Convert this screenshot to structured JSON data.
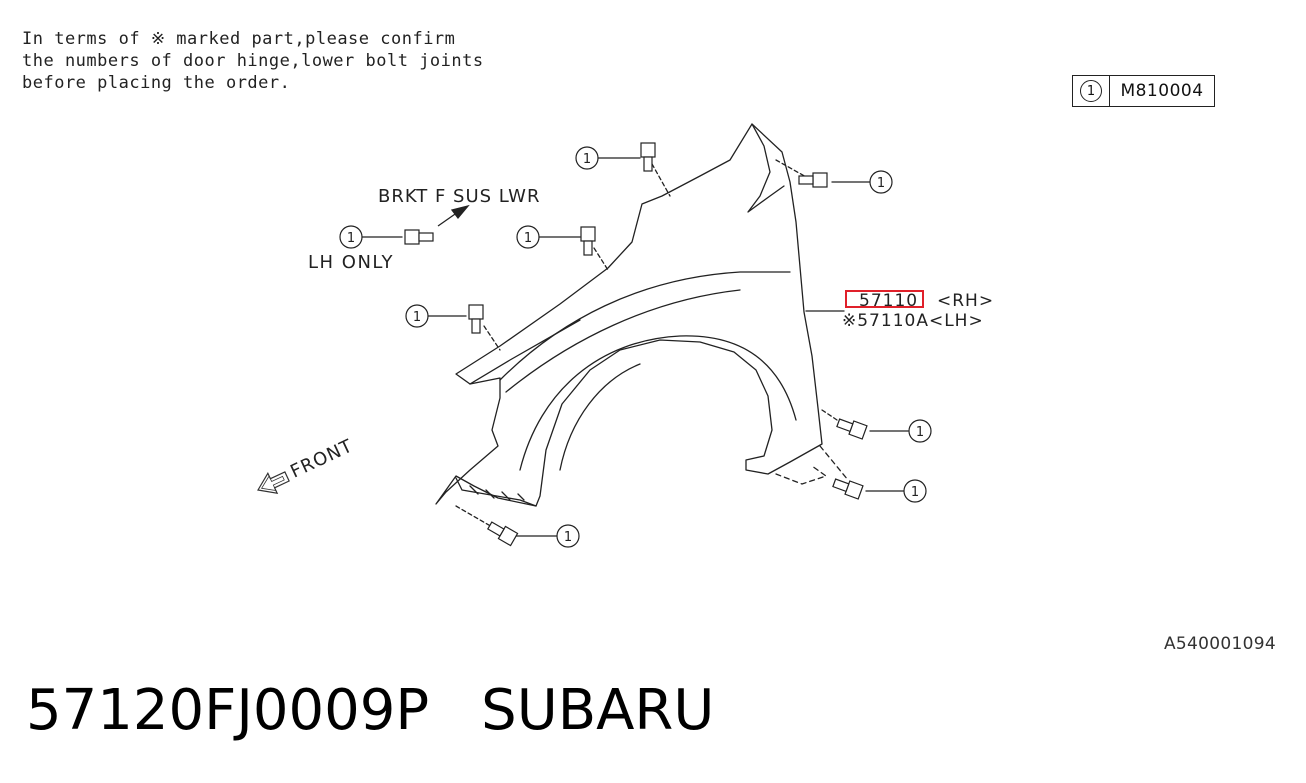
{
  "note": {
    "lines": [
      "In terms of ※ marked part,please confirm",
      "the numbers of door hinge,lower bolt joints",
      "before placing the order."
    ]
  },
  "legend": {
    "ref": "1",
    "code": "M810004"
  },
  "labels": {
    "bracket": "BRKT F SUS LWR",
    "lh_only": "LH ONLY",
    "part_rh_number": "57110",
    "part_rh_side": "<RH>",
    "part_lh": "※57110A<LH>",
    "front": "FRONT"
  },
  "callout_ref": "1",
  "highlight_color": "#e0202a",
  "diagram_ref": "A540001094",
  "footer": {
    "part_number": "57120FJ0009P",
    "brand": "SUBARU"
  }
}
